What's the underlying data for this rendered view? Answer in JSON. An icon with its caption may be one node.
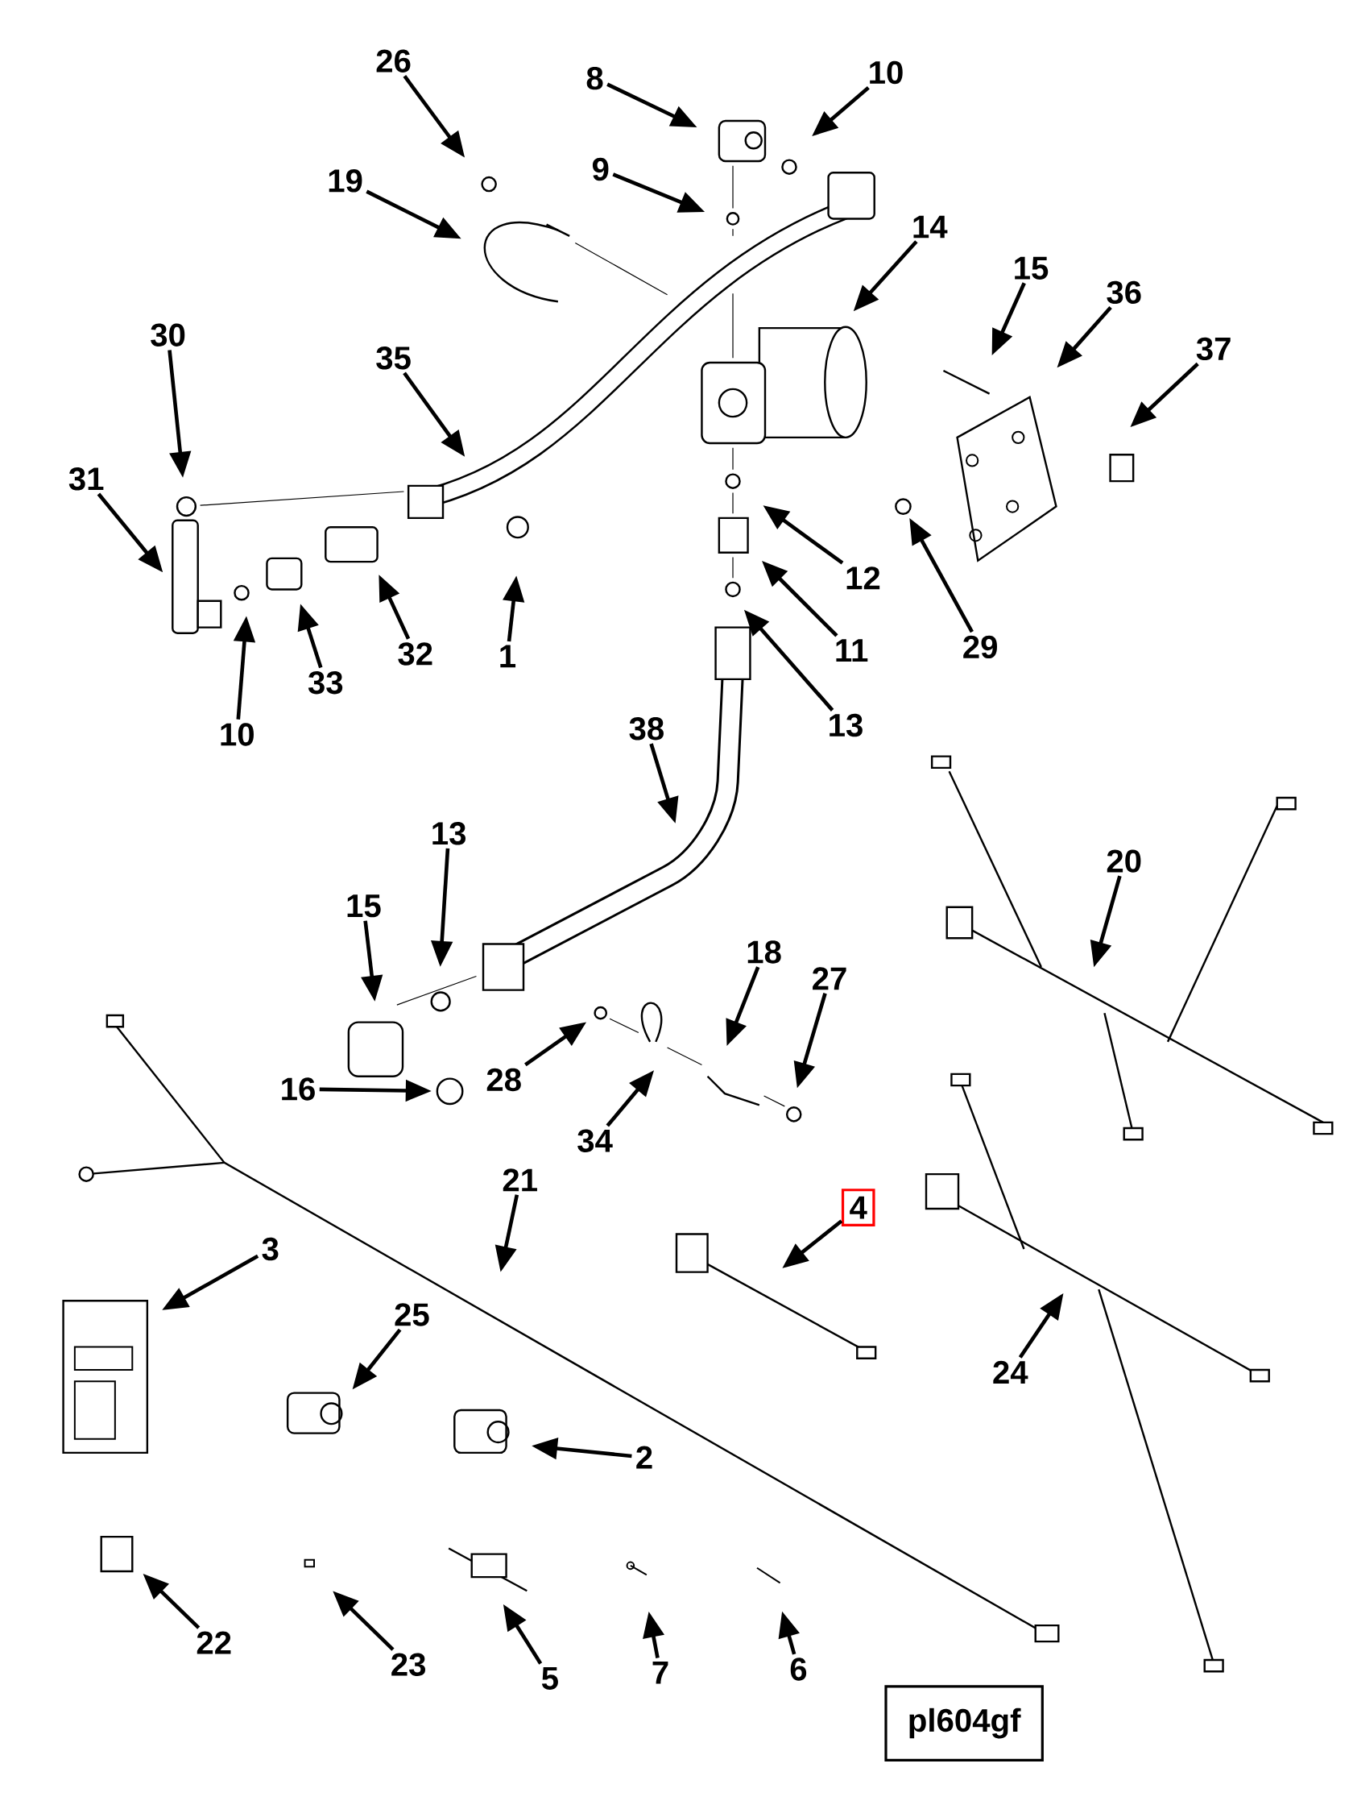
{
  "diagram": {
    "nodes": [
      {
        "text": [
          "26"
        ]
      },
      {
        "text": [
          "8"
        ]
      },
      {
        "text": [
          "10"
        ]
      },
      {
        "text": [
          "9"
        ]
      },
      {
        "text": [
          "19"
        ]
      },
      {
        "text": [
          "14"
        ]
      },
      {
        "text": [
          "15"
        ]
      },
      {
        "text": [
          "36"
        ]
      },
      {
        "text": [
          "37"
        ]
      },
      {
        "text": [
          "30"
        ]
      },
      {
        "text": [
          "35"
        ]
      },
      {
        "text": [
          "31"
        ]
      },
      {
        "text": [
          "12"
        ]
      },
      {
        "text": [
          "11"
        ]
      },
      {
        "text": [
          "29"
        ]
      },
      {
        "text": [
          "10"
        ]
      },
      {
        "text": [
          "33"
        ]
      },
      {
        "text": [
          "32"
        ]
      },
      {
        "text": [
          "1"
        ]
      },
      {
        "text": [
          "13"
        ]
      },
      {
        "text": [
          "38"
        ]
      },
      {
        "text": [
          "20"
        ]
      },
      {
        "text": [
          "13"
        ]
      },
      {
        "text": [
          "15"
        ]
      },
      {
        "text": [
          "18"
        ]
      },
      {
        "text": [
          "27"
        ]
      },
      {
        "text": [
          "28"
        ]
      },
      {
        "text": [
          "16"
        ]
      },
      {
        "text": [
          "34"
        ]
      },
      {
        "text": [
          "21"
        ]
      },
      {
        "text": [
          "4"
        ]
      },
      {
        "text": [
          "3"
        ]
      },
      {
        "text": [
          "25"
        ]
      },
      {
        "text": [
          "24"
        ]
      },
      {
        "text": [
          "2"
        ]
      },
      {
        "text": [
          "22"
        ]
      },
      {
        "text": [
          "23"
        ]
      },
      {
        "text": [
          "5"
        ]
      },
      {
        "text": [
          "7"
        ]
      },
      {
        "text": [
          "6"
        ]
      },
      {
        "text": [
          "pl604gf"
        ]
      },
      {
        "text": [],
        "shape": "circle"
      },
      {
        "text": [],
        "shape": "circle"
      }
    ],
    "edges": [
      {
        "from": 0,
        "to": null,
        "arrow": "to"
      },
      {
        "from": 1,
        "to": null,
        "arrow": "to"
      },
      {
        "from": 2,
        "to": null,
        "arrow": "to"
      },
      {
        "from": 3,
        "to": null,
        "arrow": "to"
      },
      {
        "from": 4,
        "to": null,
        "arrow": "to"
      },
      {
        "from": 5,
        "to": null,
        "arrow": "to"
      },
      {
        "from": 6,
        "to": null,
        "arrow": "to"
      },
      {
        "from": 7,
        "to": null,
        "arrow": "to"
      },
      {
        "from": 8,
        "to": null,
        "arrow": "to"
      },
      {
        "from": 9,
        "to": null,
        "arrow": "to"
      },
      {
        "from": 10,
        "to": null,
        "arrow": "to"
      },
      {
        "from": 11,
        "to": null,
        "arrow": "to"
      },
      {
        "from": 12,
        "to": null,
        "arrow": "to"
      },
      {
        "from": 13,
        "to": null,
        "arrow": "to"
      },
      {
        "from": 14,
        "to": 42,
        "arrow": "to"
      },
      {
        "from": 15,
        "to": null,
        "arrow": "to"
      },
      {
        "from": 16,
        "to": null,
        "arrow": "to"
      },
      {
        "from": 17,
        "to": null,
        "arrow": "to"
      },
      {
        "from": 18,
        "to": null,
        "arrow": "to"
      },
      {
        "from": 19,
        "to": null,
        "arrow": "to"
      },
      {
        "from": 20,
        "to": null,
        "arrow": "to"
      },
      {
        "from": 21,
        "to": null,
        "arrow": "to"
      },
      {
        "from": 22,
        "to": null,
        "arrow": "to"
      },
      {
        "from": 23,
        "to": null,
        "arrow": "to"
      },
      {
        "from": 24,
        "to": null,
        "arrow": "to"
      },
      {
        "from": 25,
        "to": null,
        "arrow": "to"
      },
      {
        "from": 26,
        "to": null,
        "arrow": "to"
      },
      {
        "from": 27,
        "to": 41,
        "arrow": "to"
      },
      {
        "from": 28,
        "to": null,
        "arrow": "to"
      },
      {
        "from": 29,
        "to": null,
        "arrow": "to"
      },
      {
        "from": 30,
        "to": null,
        "arrow": "to"
      },
      {
        "from": 31,
        "to": null,
        "arrow": "to"
      },
      {
        "from": 32,
        "to": null,
        "arrow": "to"
      },
      {
        "from": 33,
        "to": null,
        "arrow": "to"
      },
      {
        "from": 34,
        "to": null,
        "arrow": "to"
      },
      {
        "from": 35,
        "to": null,
        "arrow": "to"
      },
      {
        "from": 36,
        "to": null,
        "arrow": "to"
      },
      {
        "from": 37,
        "to": null,
        "arrow": "to"
      },
      {
        "from": 38,
        "to": null,
        "arrow": "to"
      },
      {
        "from": 39,
        "to": null,
        "arrow": "to"
      }
    ]
  }
}
